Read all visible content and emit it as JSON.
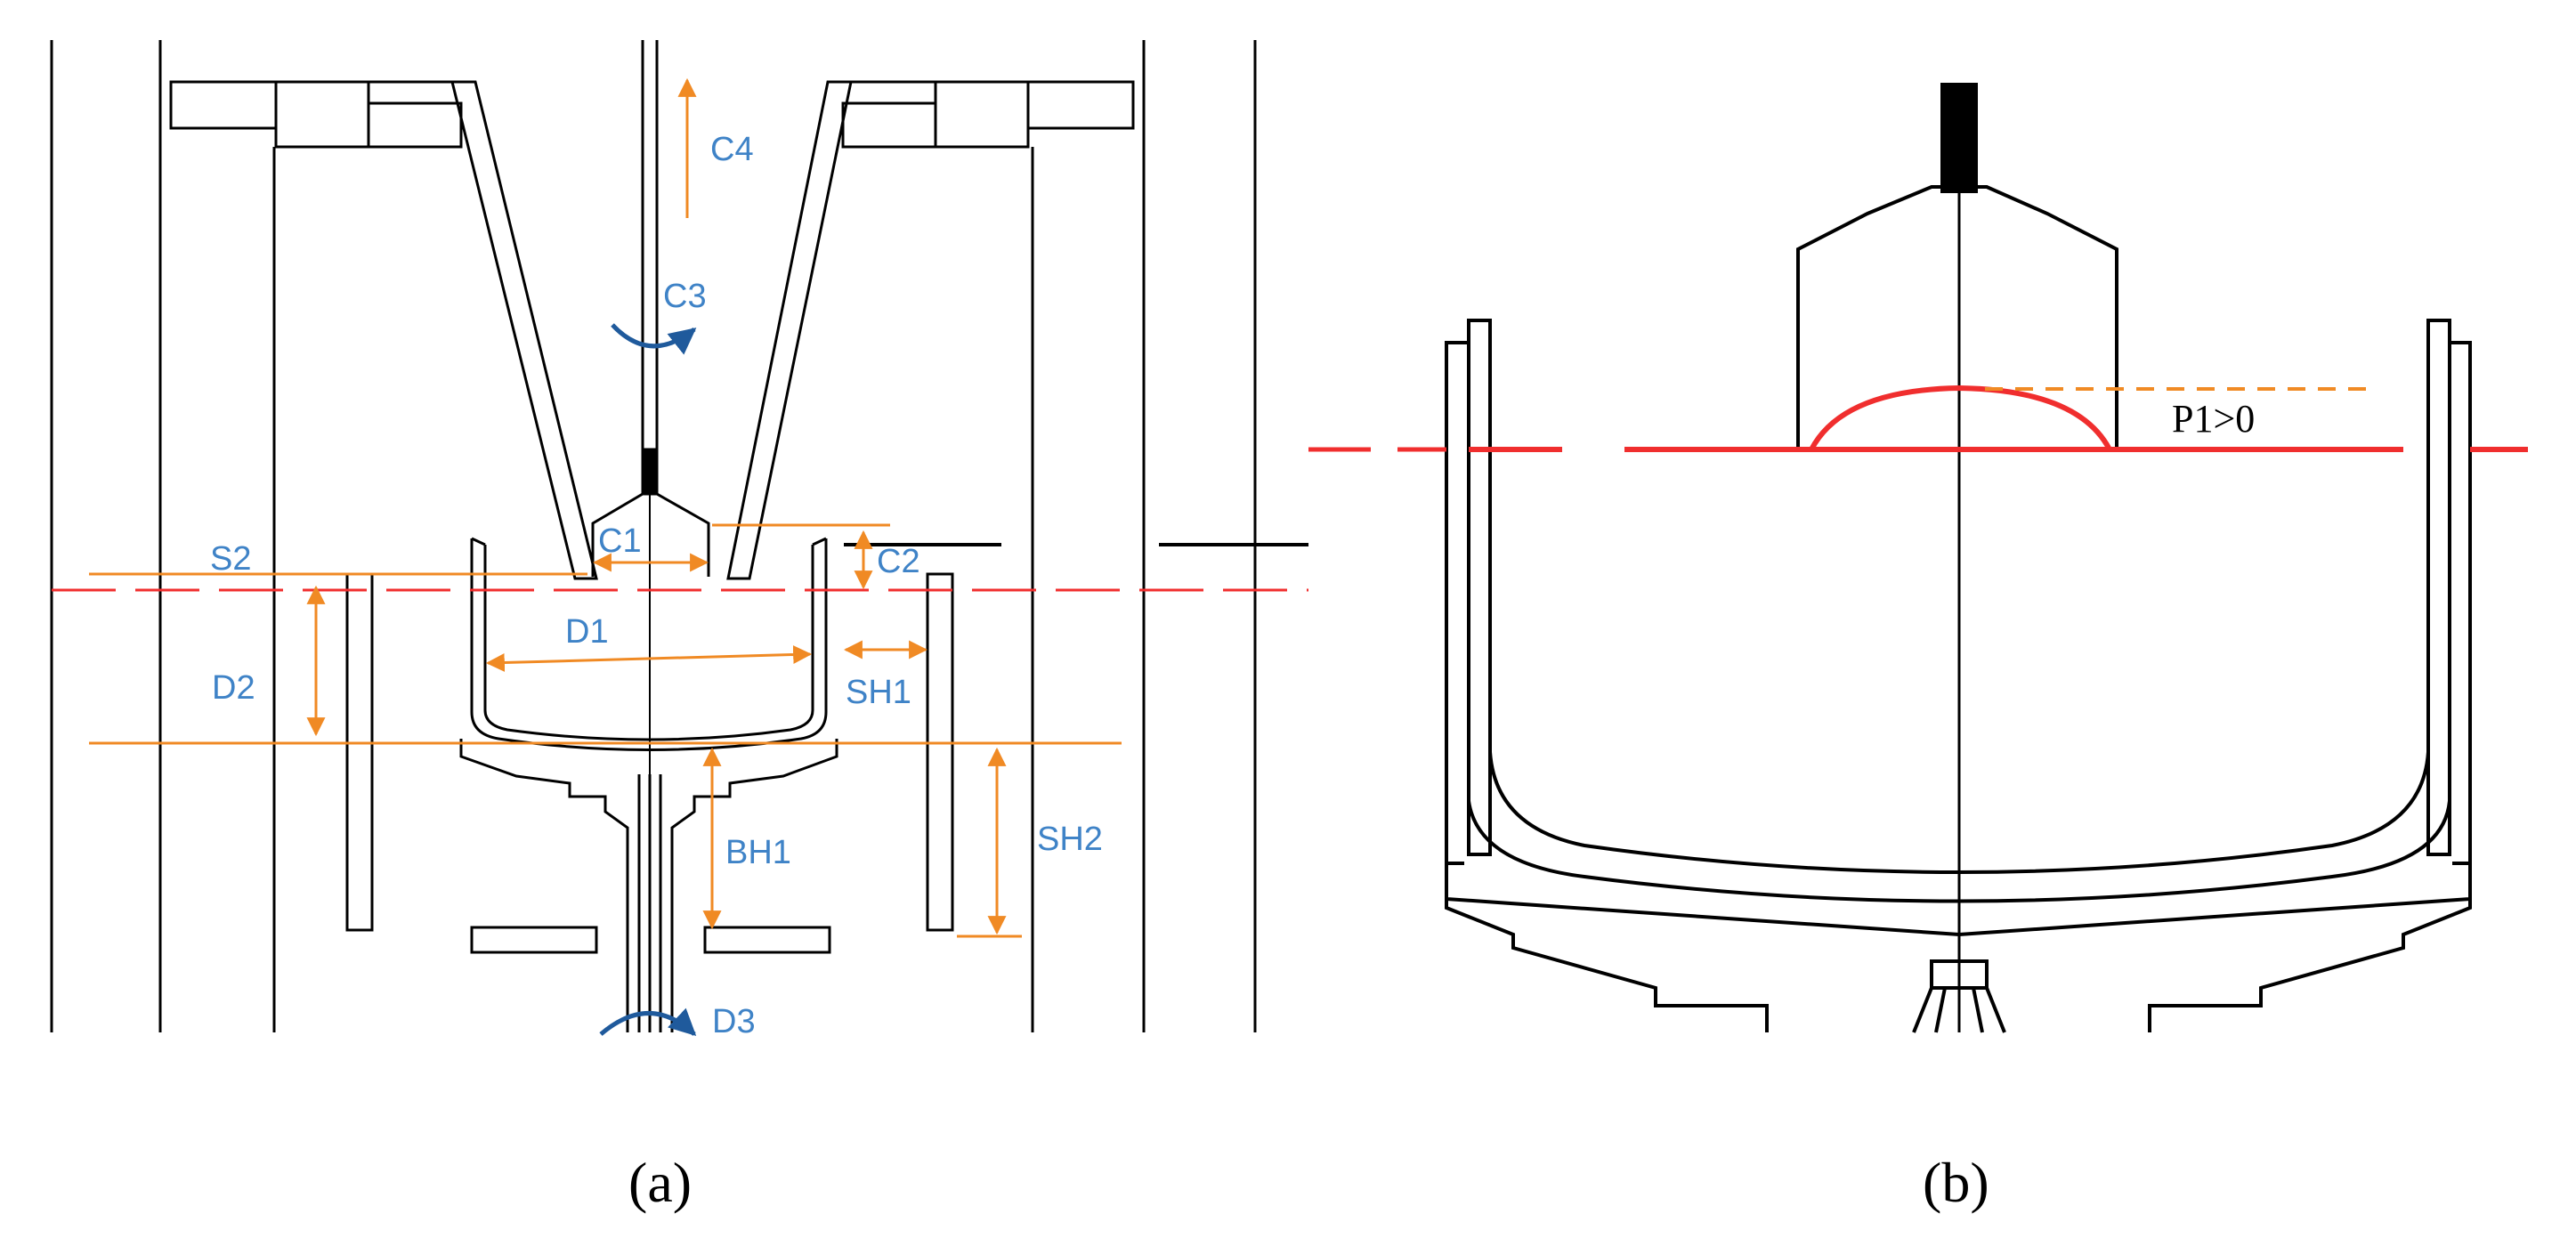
{
  "colors": {
    "outline": "#000000",
    "dimension": "#F08A24",
    "label": "#3F83C7",
    "rotation_arrow": "#1F5A9C",
    "melt_line": "#F02E2E"
  },
  "panel_a": {
    "caption": "(a)",
    "labels": {
      "c1": "C1",
      "c2": "C2",
      "c3": "C3",
      "c4": "C4",
      "d1": "D1",
      "d2": "D2",
      "d3": "D3",
      "s2": "S2",
      "sh1": "SH1",
      "sh2": "SH2",
      "bh1": "BH1"
    }
  },
  "panel_b": {
    "caption": "(b)",
    "interface_label": "P1>0"
  }
}
